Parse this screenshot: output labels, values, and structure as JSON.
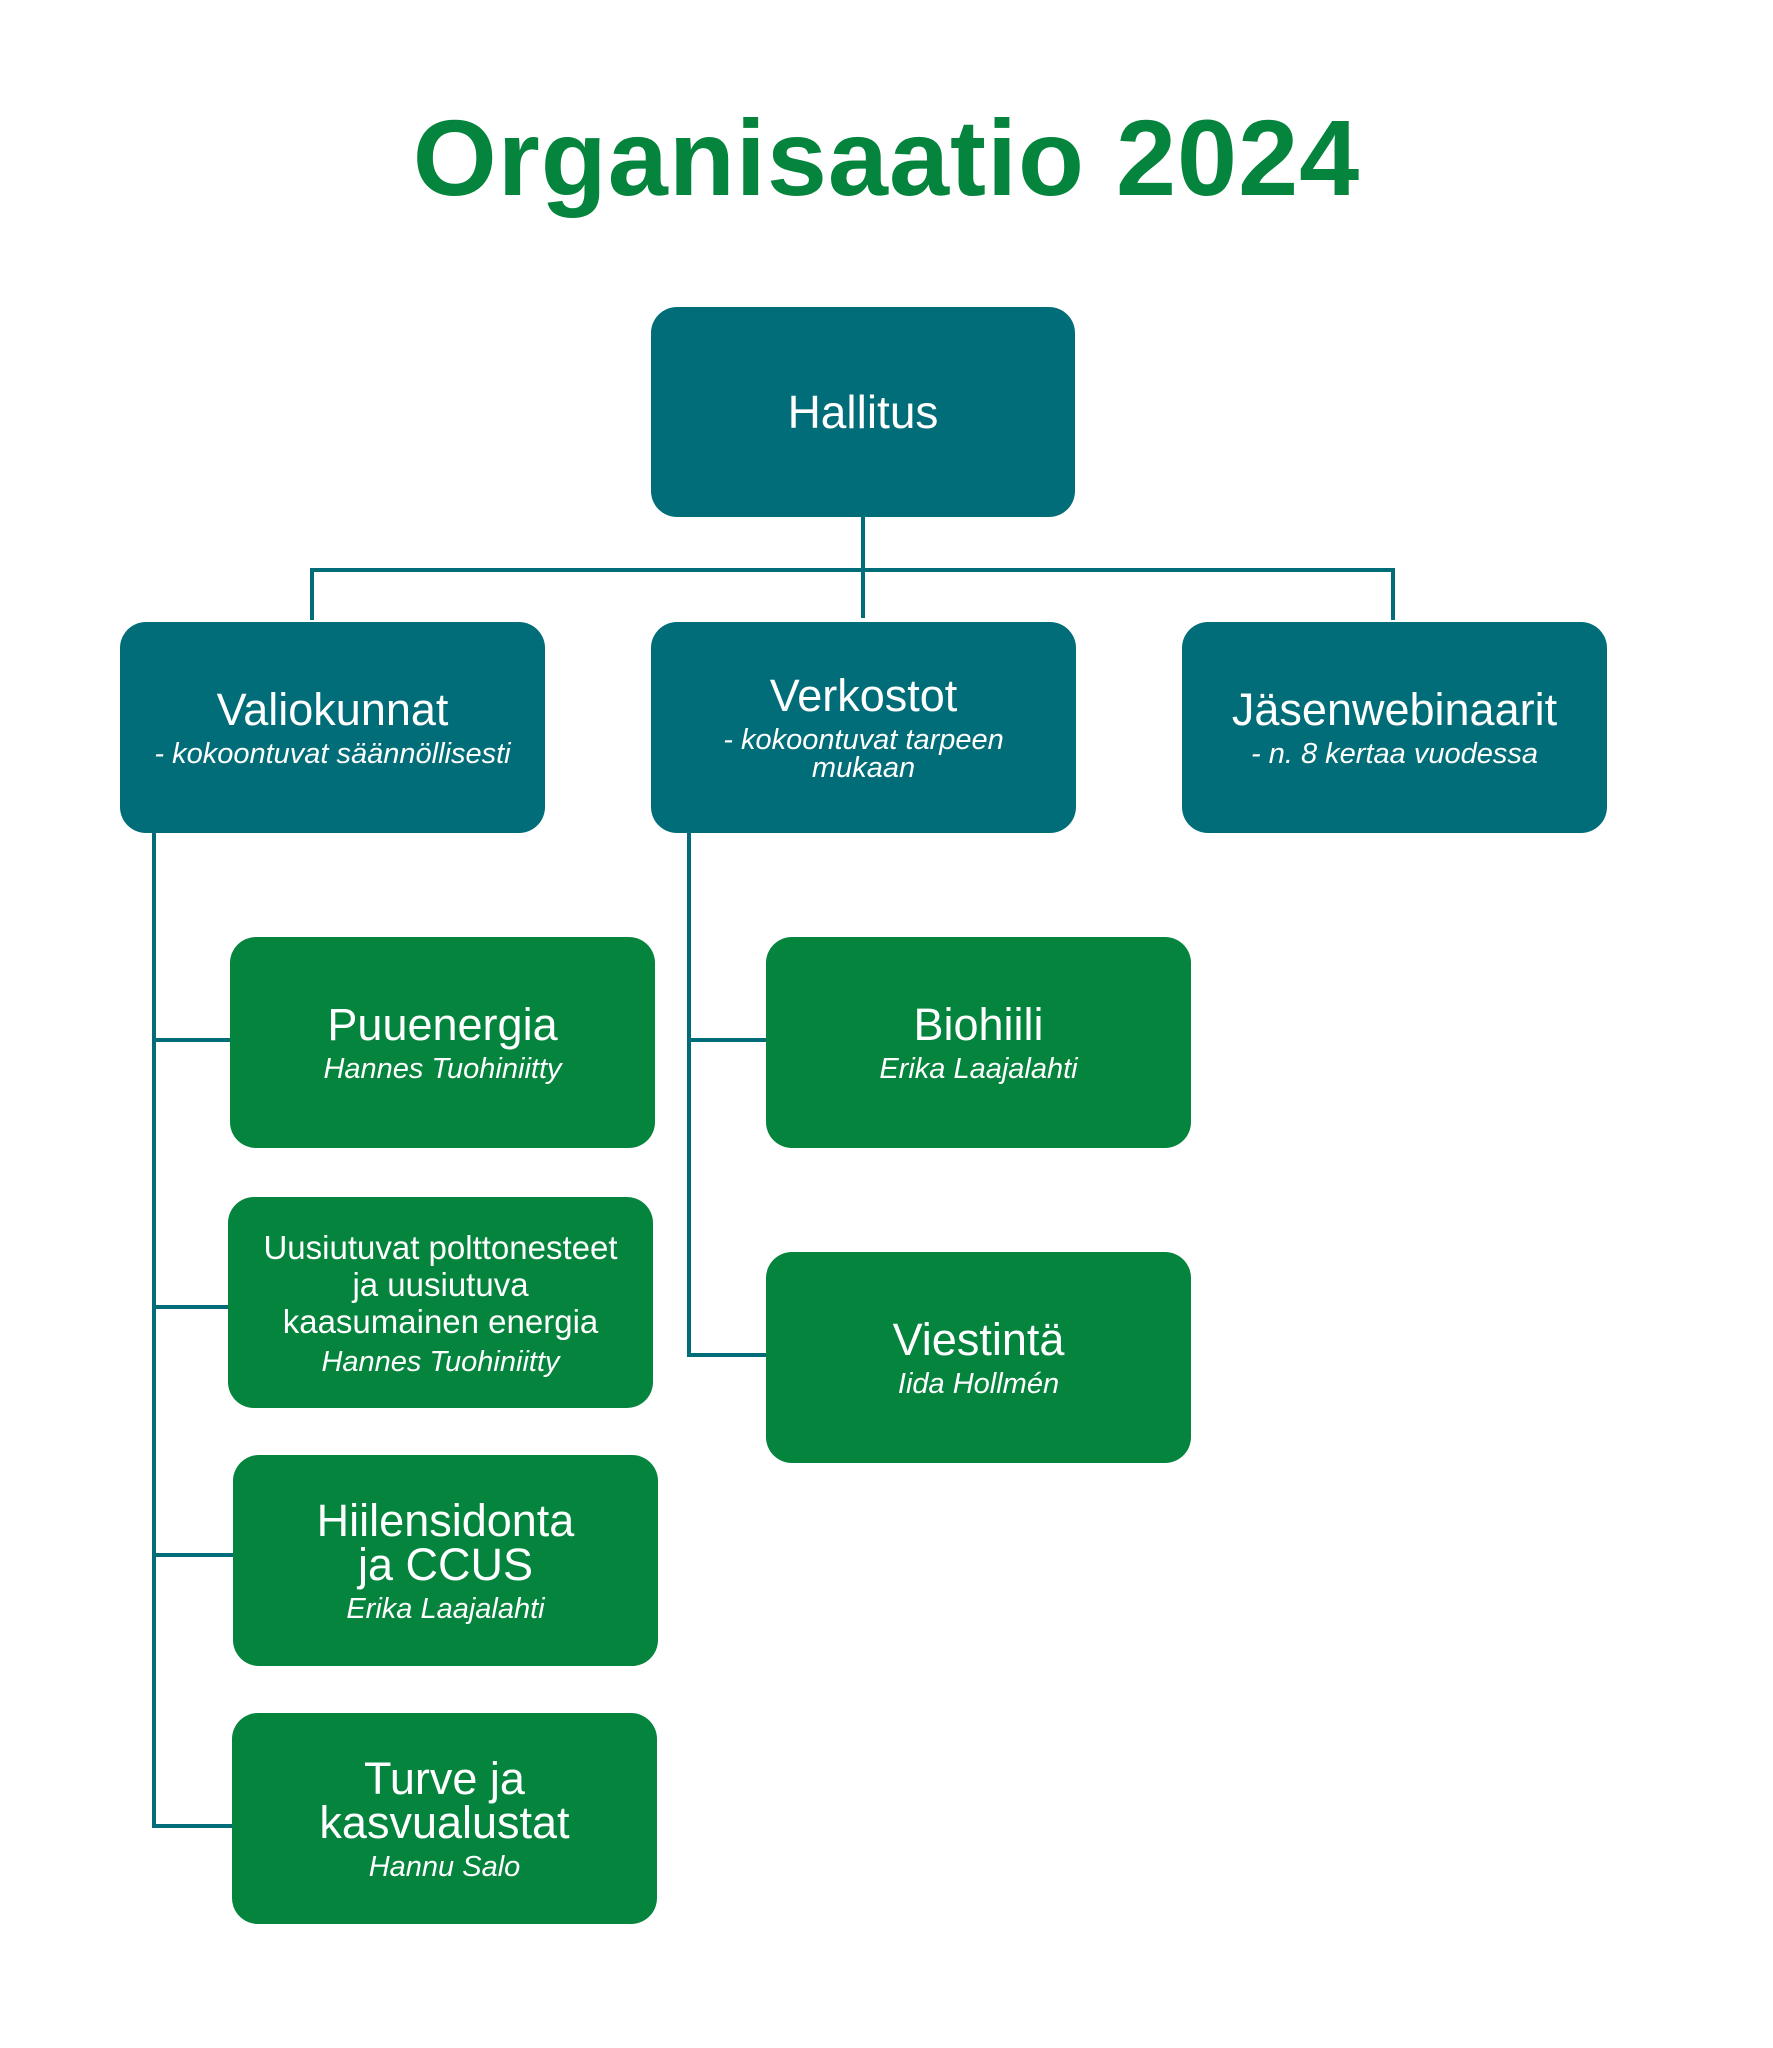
{
  "title": "Organisaatio 2024",
  "colors": {
    "title": "#04843c",
    "level_box": "#006d78",
    "group_box": "#04843c",
    "connector": "#006d78"
  },
  "root": {
    "label": "Hallitus"
  },
  "branches": [
    {
      "label": "Valiokunnat",
      "note": "- kokoontuvat säännöllisesti"
    },
    {
      "label": "Verkostot",
      "note": "- kokoontuvat tarpeen\nmukaan"
    },
    {
      "label": "Jäsenwebinaarit",
      "note": "- n. 8 kertaa vuodessa"
    }
  ],
  "committees": [
    {
      "label": "Puuenergia",
      "person": "Hannes Tuohiniitty"
    },
    {
      "label": "Uusiutuvat polttonesteet\nja uusiutuva\nkaasumainen energia",
      "person": "Hannes Tuohiniitty"
    },
    {
      "label": "Hiilensidonta\nja CCUS",
      "person": "Erika Laajalahti"
    },
    {
      "label": "Turve ja\nkasvualustat",
      "person": "Hannu Salo"
    }
  ],
  "networks": [
    {
      "label": "Biohiili",
      "person": "Erika Laajalahti"
    },
    {
      "label": "Viestintä",
      "person": "Iida Hollmén"
    }
  ]
}
